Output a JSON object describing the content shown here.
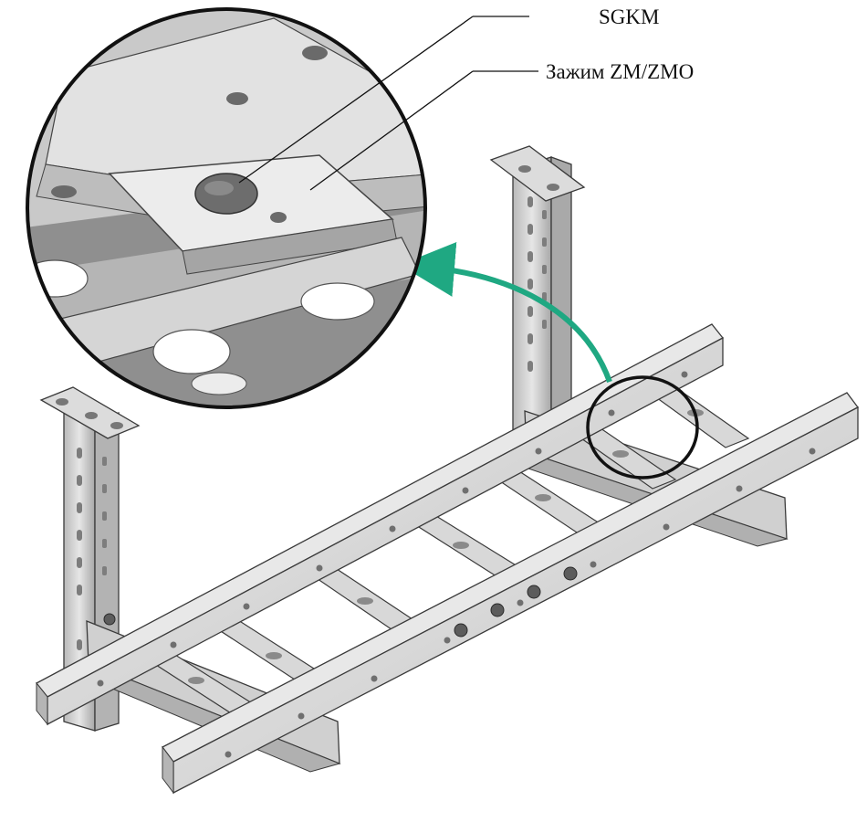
{
  "labels": {
    "top": "SGKM",
    "second": "Зажим ZM/ZMO"
  },
  "colors": {
    "background": "#ffffff",
    "steel_light": "#e3e3e3",
    "steel_mid": "#cfcfcf",
    "steel_dark": "#9a9a9a",
    "outline": "#3a3a3a",
    "magnifier_ring": "#111111",
    "arrow": "#1fa882"
  },
  "parts": [
    "cable-ladder",
    "support-post",
    "console-bracket",
    "bolt",
    "clamp"
  ]
}
